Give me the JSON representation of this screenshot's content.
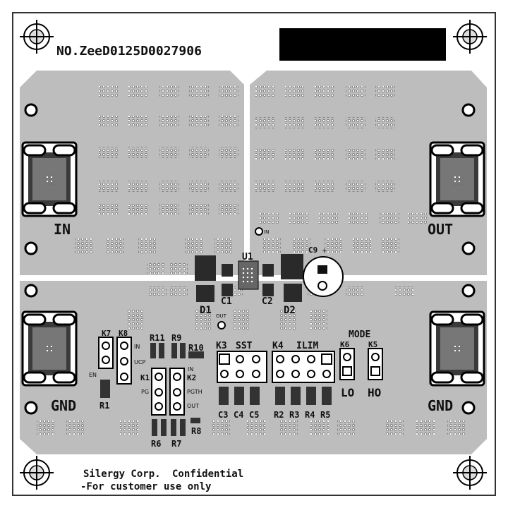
{
  "board": {
    "serial": "NO.ZeeD0125D0027906",
    "footer_line1": "Silergy Corp.",
    "footer_line2": "Confidential",
    "footer_line3": "-For customer use only"
  },
  "terminals": {
    "in": "IN",
    "out": "OUT",
    "gnd_left": "GND",
    "gnd_right": "GND"
  },
  "components": {
    "u1": "U1",
    "c1": "C1",
    "c2": "C2",
    "c9": "C9",
    "d1": "D1",
    "d2": "D2",
    "k1": "K1",
    "k2": "K2",
    "k3": "K3",
    "k4": "K4",
    "k5": "K5",
    "k6": "K6",
    "k7": "K7",
    "k8": "K8",
    "r1": "R1",
    "r6": "R6",
    "r7": "R7",
    "r8": "R8",
    "r9": "R9",
    "r10": "R10",
    "r11": "R11",
    "sst": "SST",
    "ilim": "ILIM",
    "mode": "MODE",
    "lo": "LO",
    "ho": "HO",
    "c3": "C3",
    "c4": "C4",
    "c5": "C5",
    "r2": "R2",
    "r3": "R3",
    "r4": "R4",
    "r5": "R5"
  },
  "small_labels": {
    "in": "IN",
    "ucp": "UCP",
    "en": "EN",
    "pg": "PG",
    "pgth": "PGTH",
    "out": "OUT",
    "in_k2": "IN",
    "in_top": "IN",
    "out_mid": "OUT",
    "plus": "+"
  }
}
